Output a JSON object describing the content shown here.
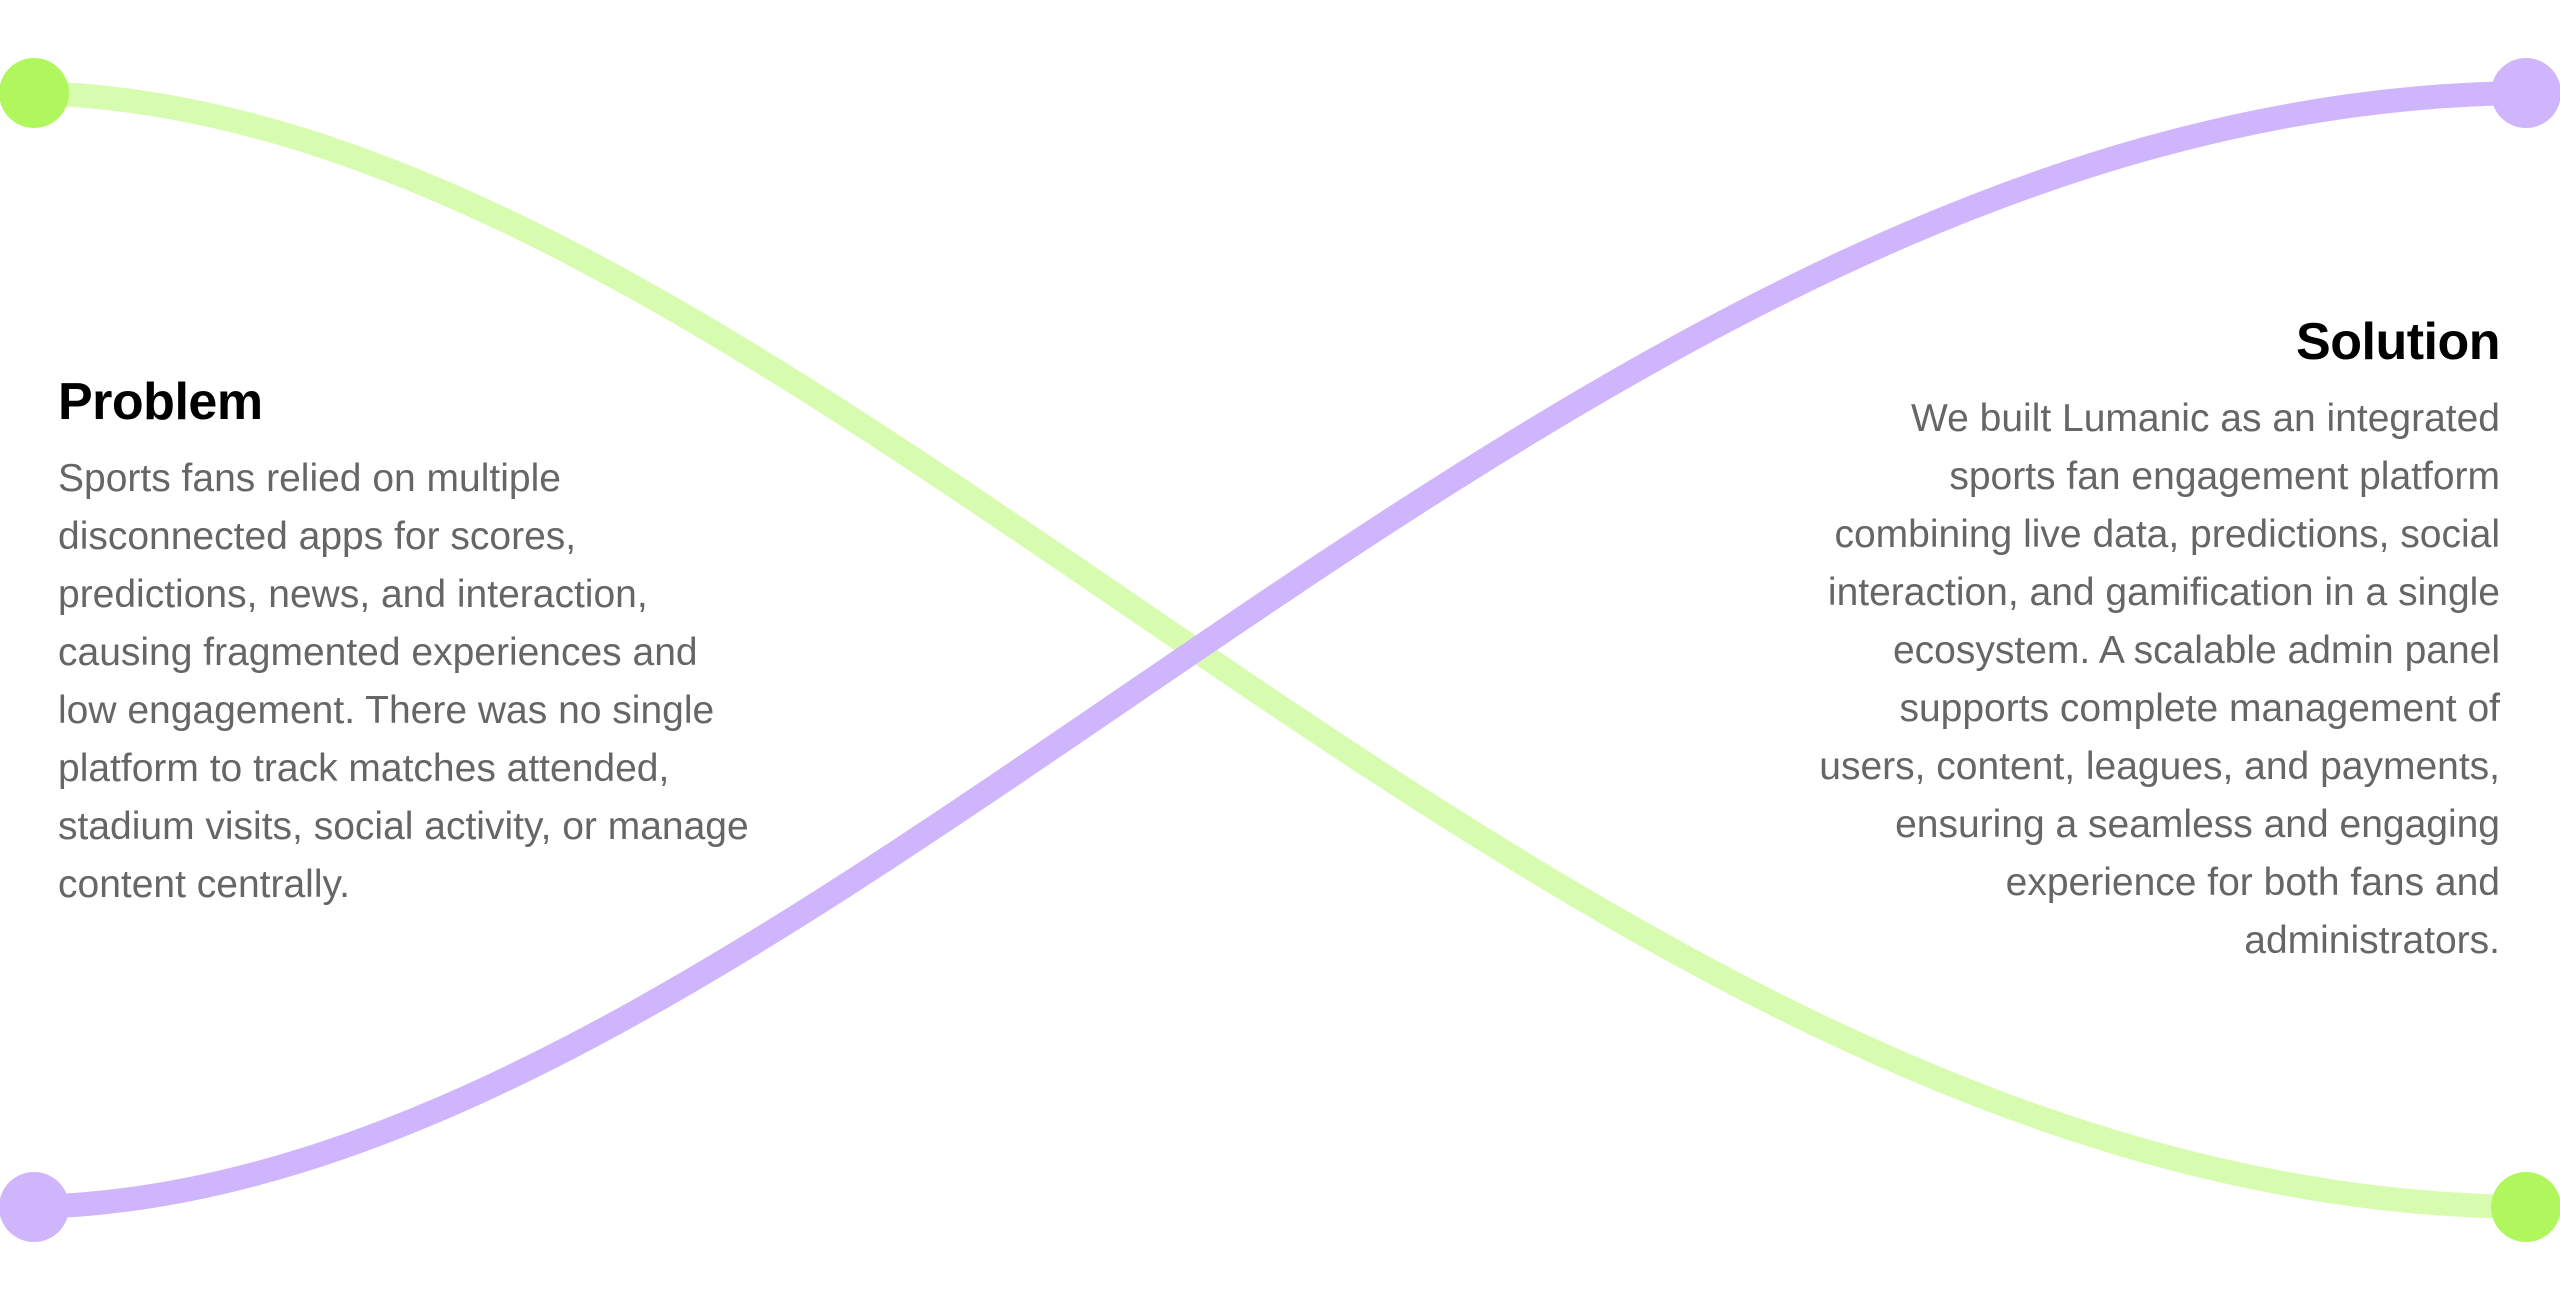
{
  "colors": {
    "green_dot": "#b0f75d",
    "green_line": "#d7fcb0",
    "purple": "#cfb5fc",
    "heading": "#000000",
    "body": "#666666"
  },
  "problem": {
    "title": "Problem",
    "lines": [
      "Sports fans relied on multiple",
      "disconnected apps for scores,",
      "predictions, news, and interaction,",
      "causing fragmented experiences and",
      "low engagement. There was no single",
      "platform to track matches attended,",
      "stadium visits, social activity, or manage",
      "content centrally."
    ]
  },
  "solution": {
    "title": "Solution",
    "lines": [
      "We built Lumanic as an integrated",
      "sports fan engagement platform",
      "combining live data, predictions, social",
      "interaction, and gamification in a single",
      "ecosystem. A scalable admin panel",
      "supports complete management of",
      "users, content, leagues, and payments,",
      "ensuring a seamless and engaging",
      "experience for both fans and",
      "administrators."
    ]
  }
}
